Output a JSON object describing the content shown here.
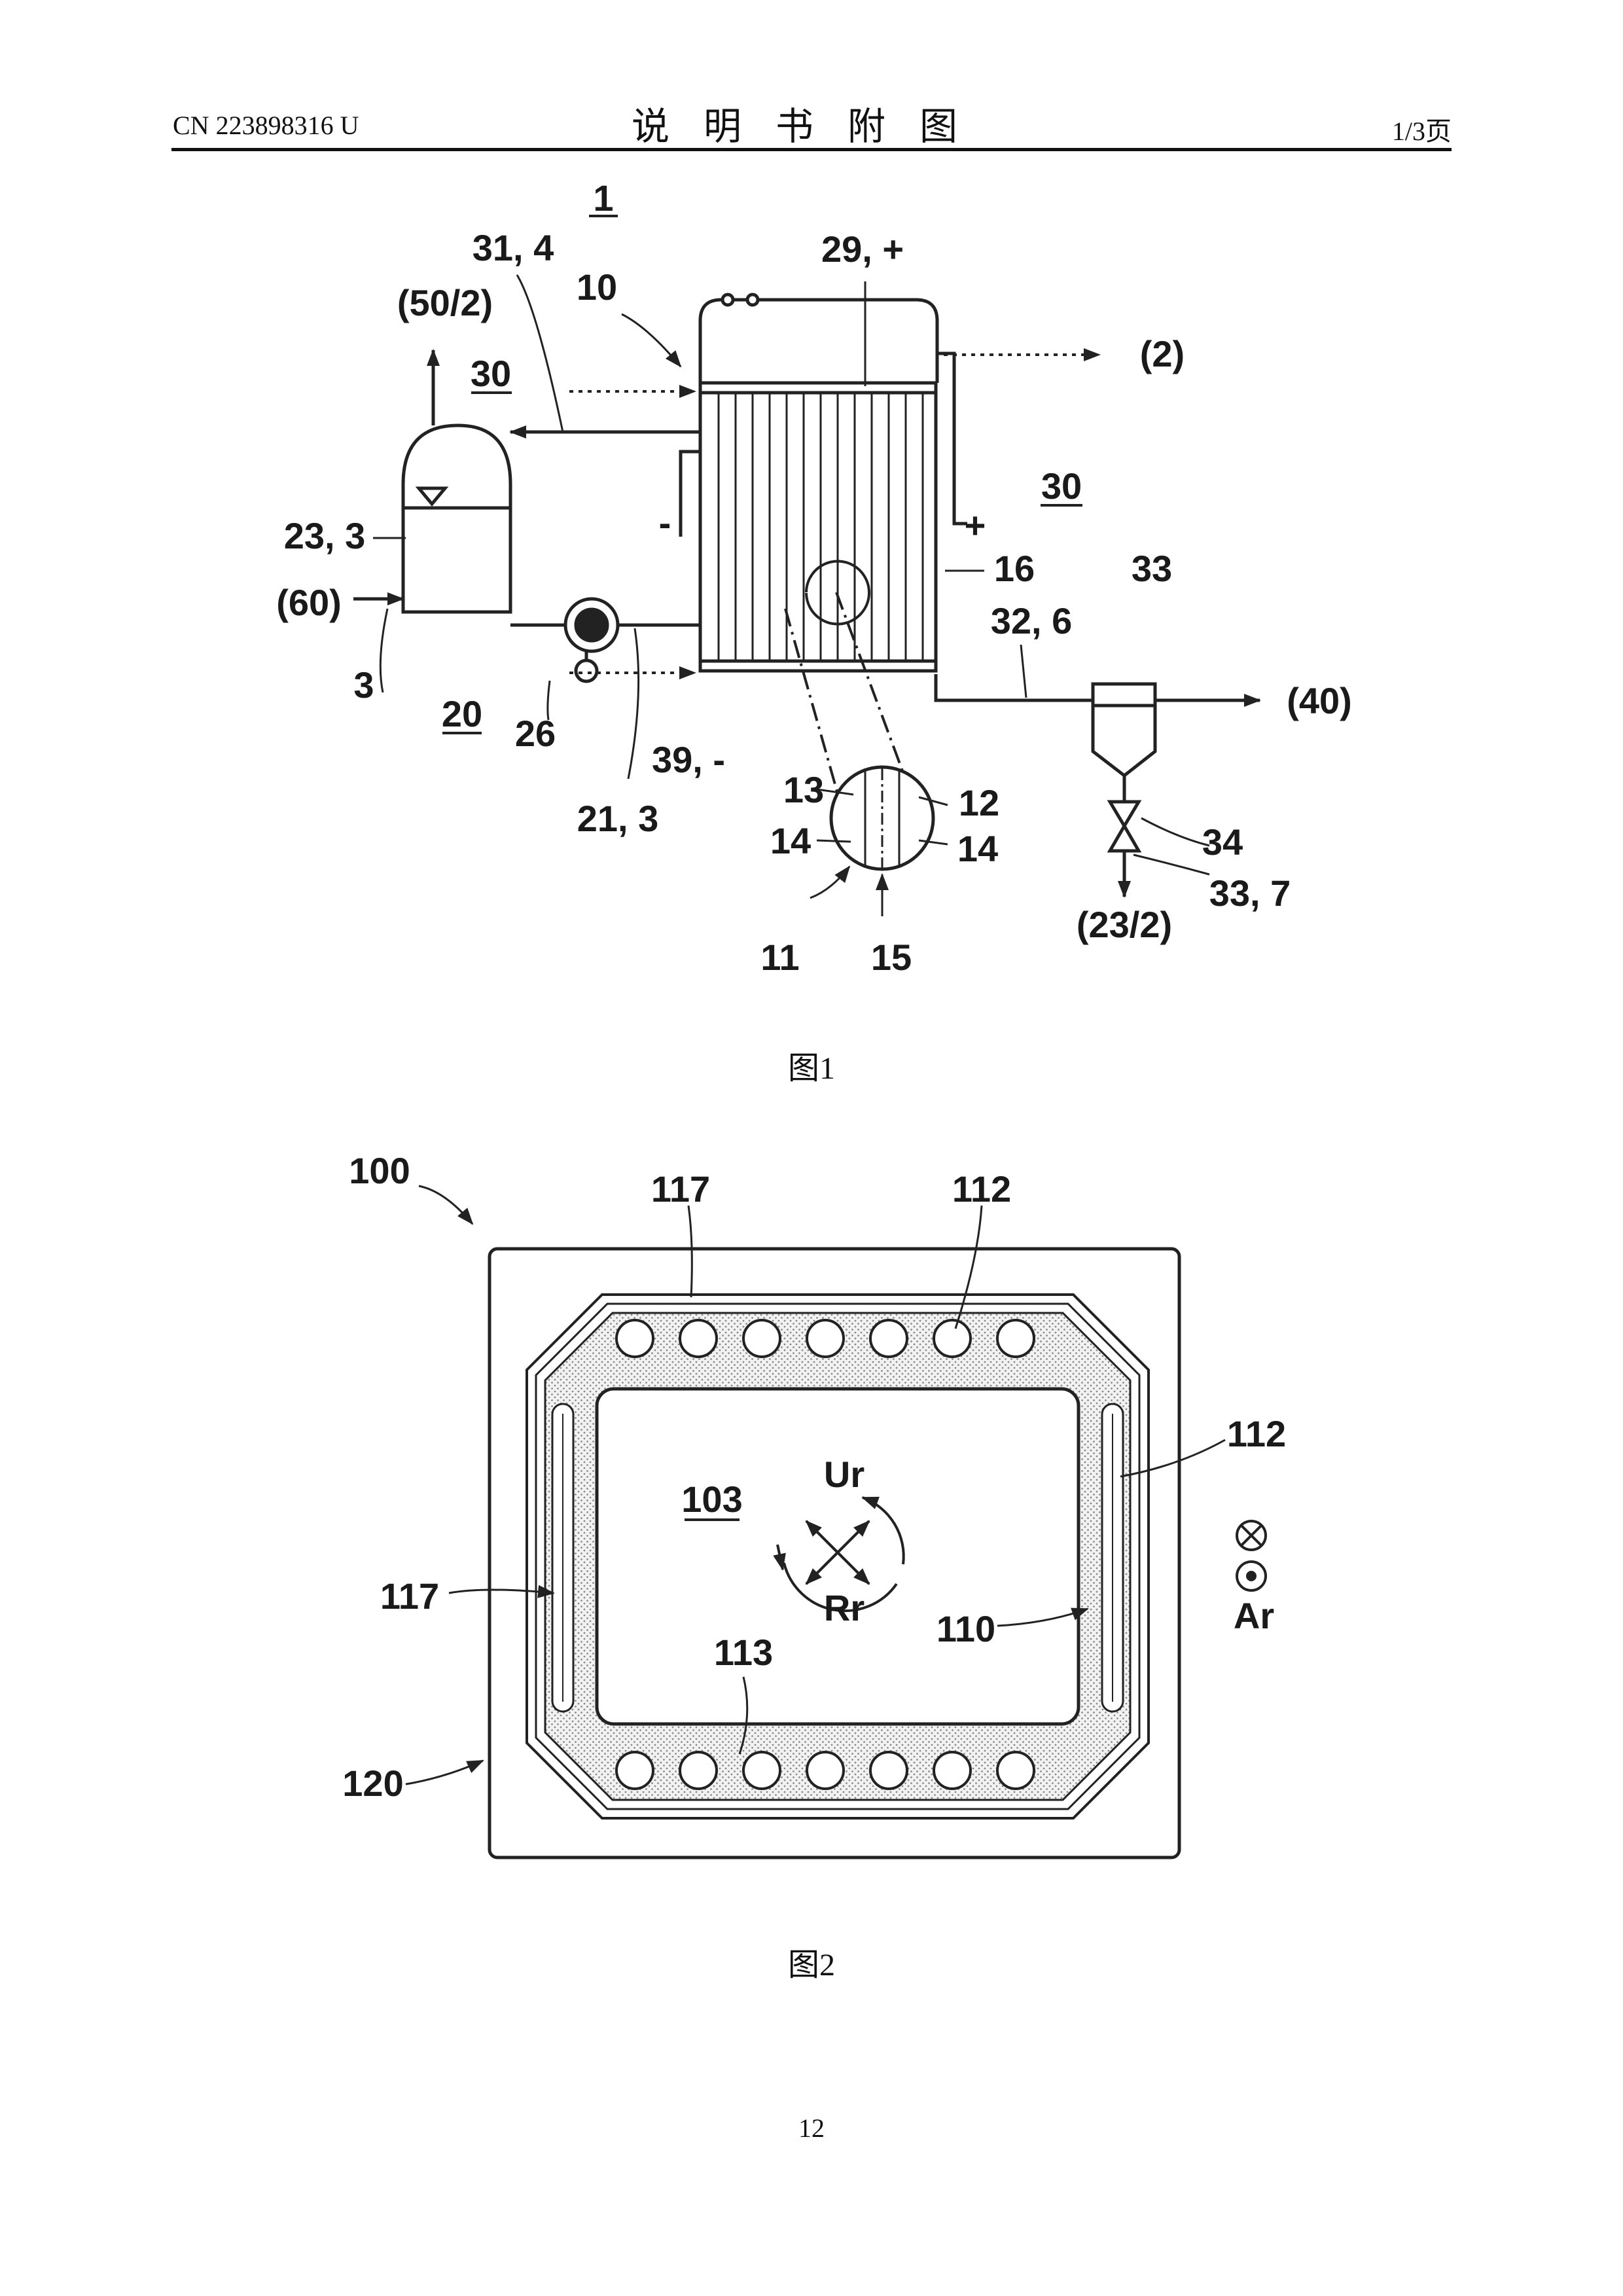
{
  "header": {
    "patent_no": "CN 223898316 U",
    "title": "说明书附图",
    "page_of": "1/3页"
  },
  "figure1": {
    "caption": "图1",
    "labels": {
      "system": "1",
      "stack_label": "31, 4",
      "electrolyzer": "10",
      "terminal_plus": "29, +",
      "out2": "(2)",
      "out50": "(50/2)",
      "region30a": "30",
      "region30b": "30",
      "minus_sign": "-",
      "plus_sign": "+",
      "tank": "23, 3",
      "pipe16": "16",
      "sep33": "33",
      "in60": "(60)",
      "pipe32": "32, 6",
      "line3": "3",
      "region20": "20",
      "pump26": "26",
      "terminal_minus": "39, -",
      "out40": "(40)",
      "pipe21": "21, 3",
      "d13": "13",
      "d12": "12",
      "d14a": "14",
      "d14b": "14",
      "v34": "34",
      "p337": "33, 7",
      "out23": "(23/2)",
      "d11": "11",
      "d15": "15"
    }
  },
  "figure2": {
    "caption": "图2",
    "labels": {
      "ref100": "100",
      "ref117top": "117",
      "ref112top": "112",
      "ref112right": "112",
      "ref103": "103",
      "ur": "Ur",
      "rr": "Rr",
      "ref117left": "117",
      "ref110": "110",
      "ref113": "113",
      "ar": "Ar",
      "ref120": "120"
    }
  },
  "footer": {
    "page_number": "12"
  }
}
